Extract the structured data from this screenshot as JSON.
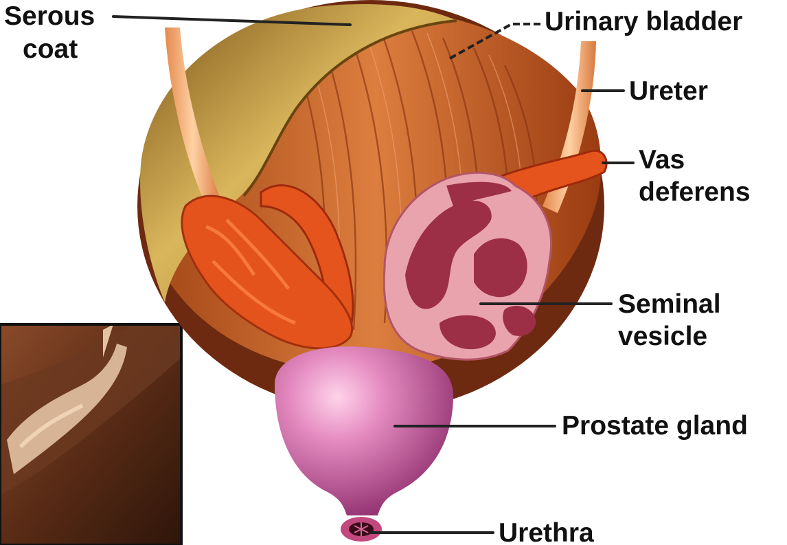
{
  "labels": {
    "serous_coat_line1": "Serous",
    "serous_coat_line2": "coat",
    "urinary_bladder": "Urinary bladder",
    "ureter": "Ureter",
    "vas_deferens_line1": "Vas",
    "vas_deferens_line2": "deferens",
    "seminal_vesicle_line1": "Seminal",
    "seminal_vesicle_line2": "vesicle",
    "prostate_gland": "Prostate gland",
    "urethra": "Urethra"
  },
  "colors": {
    "serous_coat": "#c9a24a",
    "bladder_muscle": "#c8652a",
    "bladder_dark": "#7a2e12",
    "ureter": "#f3b07a",
    "vas_deferens": "#e5521f",
    "seminal_vesicle": "#e9a3ad",
    "seminal_vesicle_inner": "#9c2f45",
    "prostate": "#d46aa8",
    "inset_bg": "#4a2514",
    "leader_line": "#222222"
  }
}
